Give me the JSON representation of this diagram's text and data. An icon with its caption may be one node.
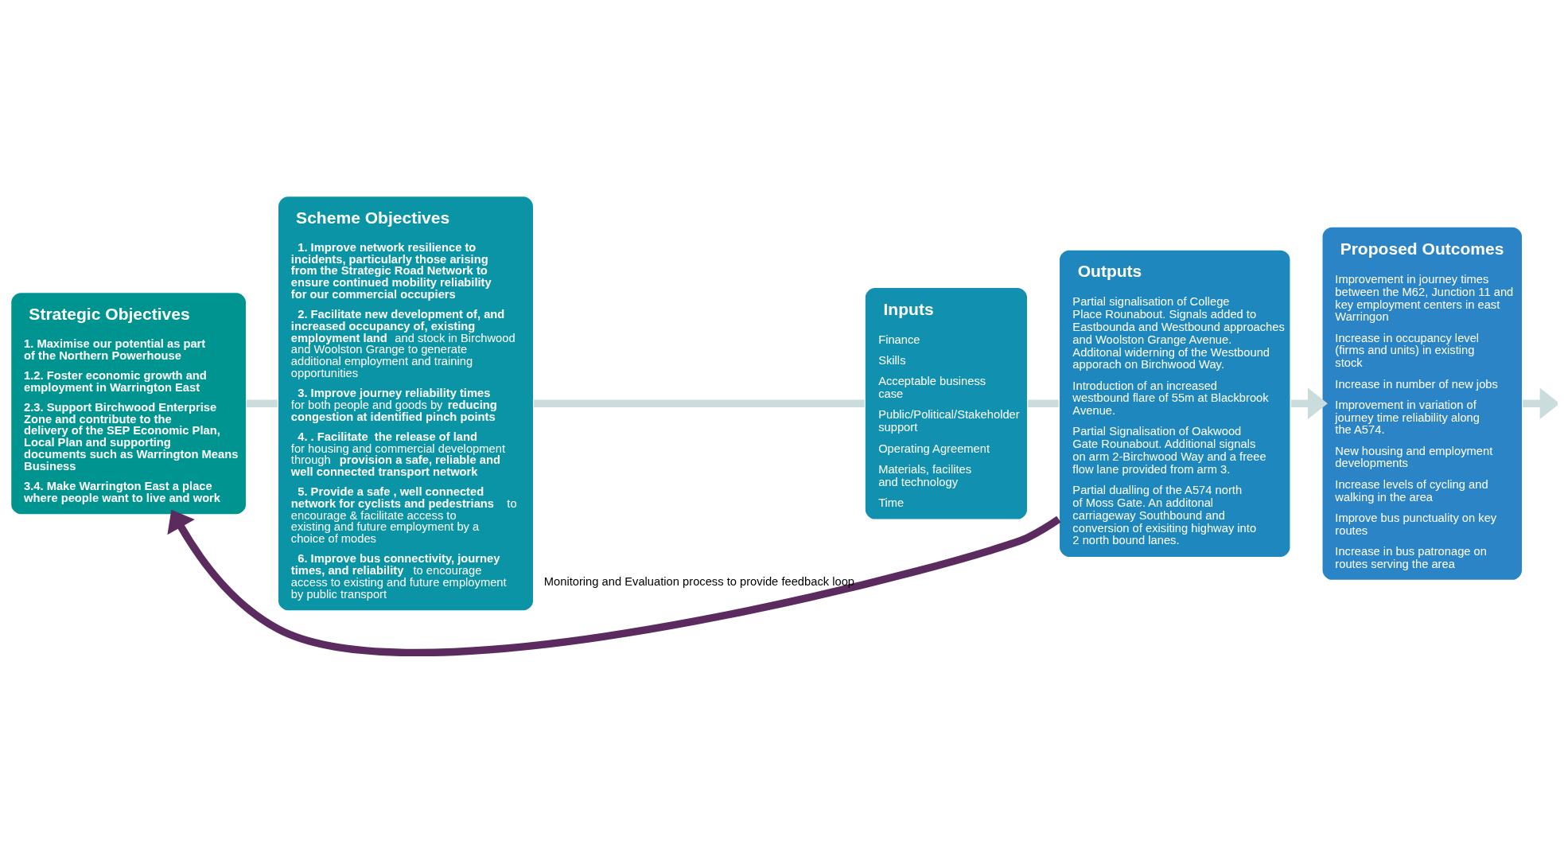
{
  "diagram": {
    "nodes": [
      {
        "text": [
          "Strategic Objectives",
          "1. Maximise our potential as part of the Northern Powerhouse",
          "1.2. Foster economic growth and employment in Warrington East",
          "2.3. Support Birchwood Enterprise Zone and contribute to the delivery of the SEP Economic Plan, Local Plan and supporting documents such as Warrington Means Business",
          "3.4. Make Warrington East a place where people want to live and work"
        ]
      },
      {
        "text": [
          "Scheme Objectives",
          "**1. Improve network resilience to incidents, particularly those arising from the Strategic Road Network to ensure continued mobility reliability for our commercial occupiers**",
          "**2. Facilitate new development of, and increased occupancy of, existing employment land** and stock in Birchwood and Woolston Grange to generate  additional employment and training opportunities",
          "**3. Improve journey reliability times** for both people and goods by **reducing congestion at identified pinch points**",
          "**4. . Facilitate  the release of land** for housing and commercial development through **provision a safe, reliable and well connected transport network**",
          "**5. Provide a safe , well connected network for cyclists and pedestrians** to encourage & facilitate access to existing and future employment by a choice of modes",
          "**6. Improve bus connectivity, journey times, and reliability** to encourage access to existing and future employment by public transport"
        ]
      },
      {
        "text": [
          "Inputs",
          "Finance",
          "Skills",
          "Acceptable business case",
          "Public/Political/Stakeholder support",
          "Operating Agreement",
          "Materials, facilites and technology",
          "Time"
        ]
      },
      {
        "text": [
          "Outputs",
          "Partial signalisation of College Place Rounabout. Signals added to Eastbounda and Westbound approaches and Woolston Grange Avenue. Additonal widerning of the Westbound apporach on Birchwood Way.",
          "Introduction of an increased westbound flare of 55m at Blackbrook Avenue.",
          "Partial Signalisation of Oakwood Gate Rounabout. Additional signals on arm 2-Birchwood Way and a freee flow lane provided from arm 3.",
          "Partial dualling of the A574 north of Moss Gate. An additonal carriageway Southbound and conversion of exisiting highway into 2 north bound lanes."
        ]
      },
      {
        "text": [
          "Proposed Outcomes",
          "Improvement in journey times between the M62, Junction 11 and key employment centers in east Warringon",
          "Increase in occupancy level (firms and units) in existing stock",
          "Increase in number of new jobs",
          "Improvement in variation of journey time reliability along the A574.",
          "New housing and employment developments",
          "Increase levels of cycling and walking in the area",
          "Improve bus punctuality on key routes",
          "Increase in bus patronage on routes serving the area"
        ]
      }
    ],
    "edges": [
      {
        "from": 0,
        "to": 1,
        "arrow": "none",
        "color": "#cbdcdc"
      },
      {
        "from": 1,
        "to": 2,
        "arrow": "none",
        "color": "#cbdcdc"
      },
      {
        "from": 2,
        "to": 3,
        "arrow": "none",
        "color": "#cbdcdc"
      },
      {
        "from": 3,
        "to": 4,
        "arrow": "to",
        "color": "#cbdcdc"
      },
      {
        "from": 4,
        "to": null,
        "arrow": "to",
        "color": "#cbdcdc"
      },
      {
        "from": 3,
        "to": 0,
        "arrow": "to",
        "label": "Monitoring and Evaluation process to provide feedback loop",
        "color": "#5b2a5e"
      }
    ]
  }
}
